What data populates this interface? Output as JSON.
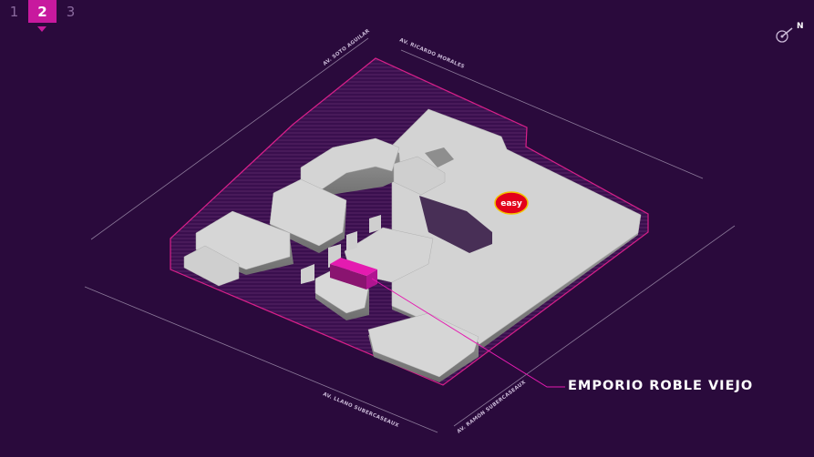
{
  "floors": {
    "items": [
      {
        "label": "1",
        "active": false
      },
      {
        "label": "2",
        "active": true
      },
      {
        "label": "3",
        "active": false
      }
    ]
  },
  "compass": {
    "label": "N",
    "icon": "north-compass-icon"
  },
  "streets": {
    "top_left": "AV. SOTO AGUILAR",
    "top_right": "AV. RICARDO MORALES",
    "bottom_left": "AV. LLANO SUBERCASEAUX",
    "bottom_right": "AV. RAMÓN SUBERCASEAUX"
  },
  "anchor_store": {
    "logo_text": "easy",
    "logo_color": "#e3001b",
    "logo_border": "#f2c200"
  },
  "selected_store": {
    "name": "EMPORIO ROBLE VIEJO",
    "highlight_color": "#e41bb0"
  },
  "colors": {
    "background": "#2a0a3c",
    "accent": "#c8199e",
    "boundary": "#d81f8a",
    "building_top": "#d4d4d4",
    "building_side": "#8e8e8e"
  }
}
